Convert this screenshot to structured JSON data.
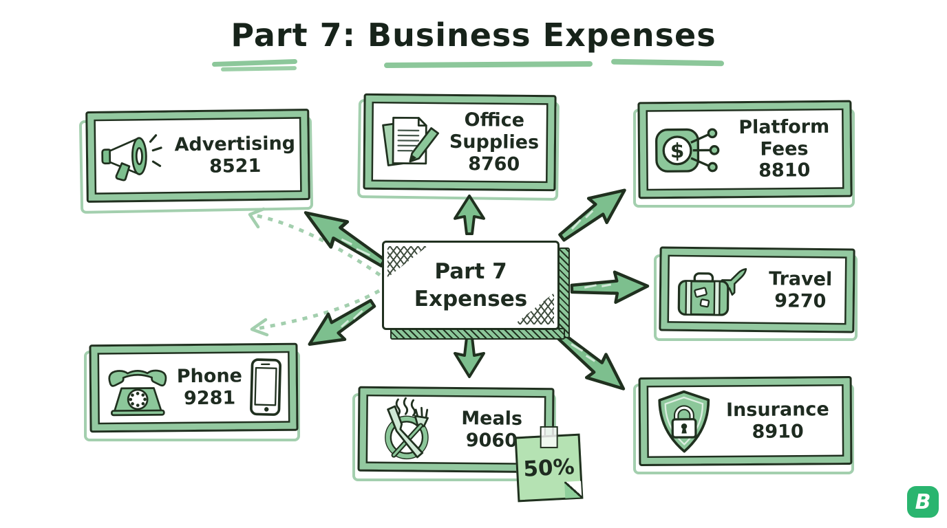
{
  "title": {
    "text": "Part 7: Business Expenses"
  },
  "center_node": {
    "line1": "Part 7",
    "line2": "Expenses"
  },
  "nodes": [
    {
      "label": "Advertising",
      "code": "8521",
      "icon": "megaphone-icon"
    },
    {
      "label": "Office Supplies",
      "code": "8760",
      "icon": "paper-pen-icon"
    },
    {
      "label": "Platform Fees",
      "code": "8810",
      "icon": "dollar-network-icon"
    },
    {
      "label": "Travel",
      "code": "9270",
      "icon": "suitcase-plane-icon"
    },
    {
      "label": "Phone",
      "code": "9281",
      "icon": "telephone-icon, smartphone-icon"
    },
    {
      "label": "Meals",
      "code": "9060",
      "icon": "plate-cutlery-icon"
    },
    {
      "label": "Insurance",
      "code": "8910",
      "icon": "shield-lock-icon"
    }
  ],
  "sticky_note": {
    "text": "50%"
  },
  "logo": {
    "letter": "B"
  },
  "colors": {
    "ink": "#20301f",
    "green_mid": "#7dbf8e",
    "green_band": "#93c9a0",
    "green_light": "#a3cfae",
    "sticky_green": "#b5e2b3",
    "logo_green": "#2ab56f"
  }
}
